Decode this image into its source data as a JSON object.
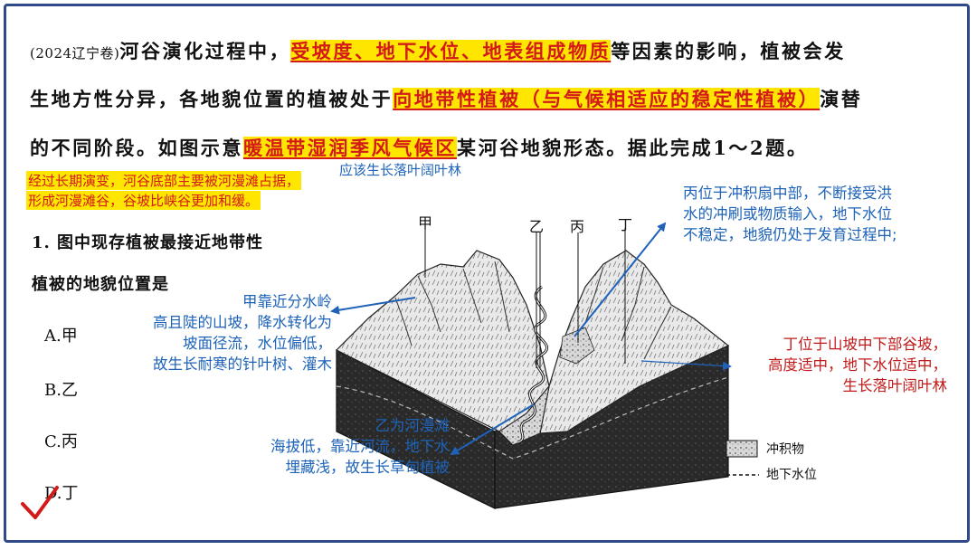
{
  "passage": {
    "line1": {
      "source": "(2024辽宁卷)",
      "t1": "河谷演化过程中，",
      "h1": "受坡度、地下水位、地表组成物质",
      "t2": "等因素的影响，植被会发"
    },
    "line2": {
      "t1": "生地方性分异，各地貌位置的植被处于",
      "h1": "向地带性植被（与气候相适应的稳定性植被）",
      "t2": "演替"
    },
    "line3": {
      "t1": "的不同阶段。如图示意",
      "h1": "暖温带湿润季风气候区",
      "t2": "某河谷地貌形态。据此完成1～2题。"
    }
  },
  "notes": {
    "yellow_1": "经过长期演变，河谷底部主要被河漫滩占据，",
    "yellow_2": "形成河漫滩谷，谷坡比峡谷更加和缓。",
    "top_hint": "应该生长落叶阔叶林",
    "bing": [
      "丙位于冲积扇中部，不断接受洪",
      "水的冲刷或物质输入，地下水位",
      "不稳定，地貌仍处于发育过程中;"
    ],
    "jia": [
      "甲靠近分水岭",
      "高且陡的山坡，降水转化为",
      "坡面径流，水位偏低，",
      "故生长耐寒的针叶树、灌木"
    ],
    "ding": [
      "丁位于山坡中下部谷坡，",
      "高度适中，地下水位适中，",
      "生长落叶阔叶林"
    ],
    "yi": [
      "乙为河漫滩",
      "海拔低，靠近河流，地下水",
      "埋藏浅，故生长草甸植被"
    ]
  },
  "question": {
    "line1": "1. 图中现存植被最接近地带性",
    "line2": "植被的地貌位置是",
    "options": [
      "A.甲",
      "B.乙",
      "C.丙",
      "D.丁"
    ]
  },
  "figure": {
    "labels": [
      "甲",
      "乙",
      "丙",
      "丁"
    ],
    "legend": {
      "alluvium": "冲积物",
      "water_table": "地下水位"
    }
  },
  "colors": {
    "highlight": "#ffe600",
    "red": "#d41919",
    "blue": "#1e63b8",
    "frame": "#2f4a86"
  }
}
